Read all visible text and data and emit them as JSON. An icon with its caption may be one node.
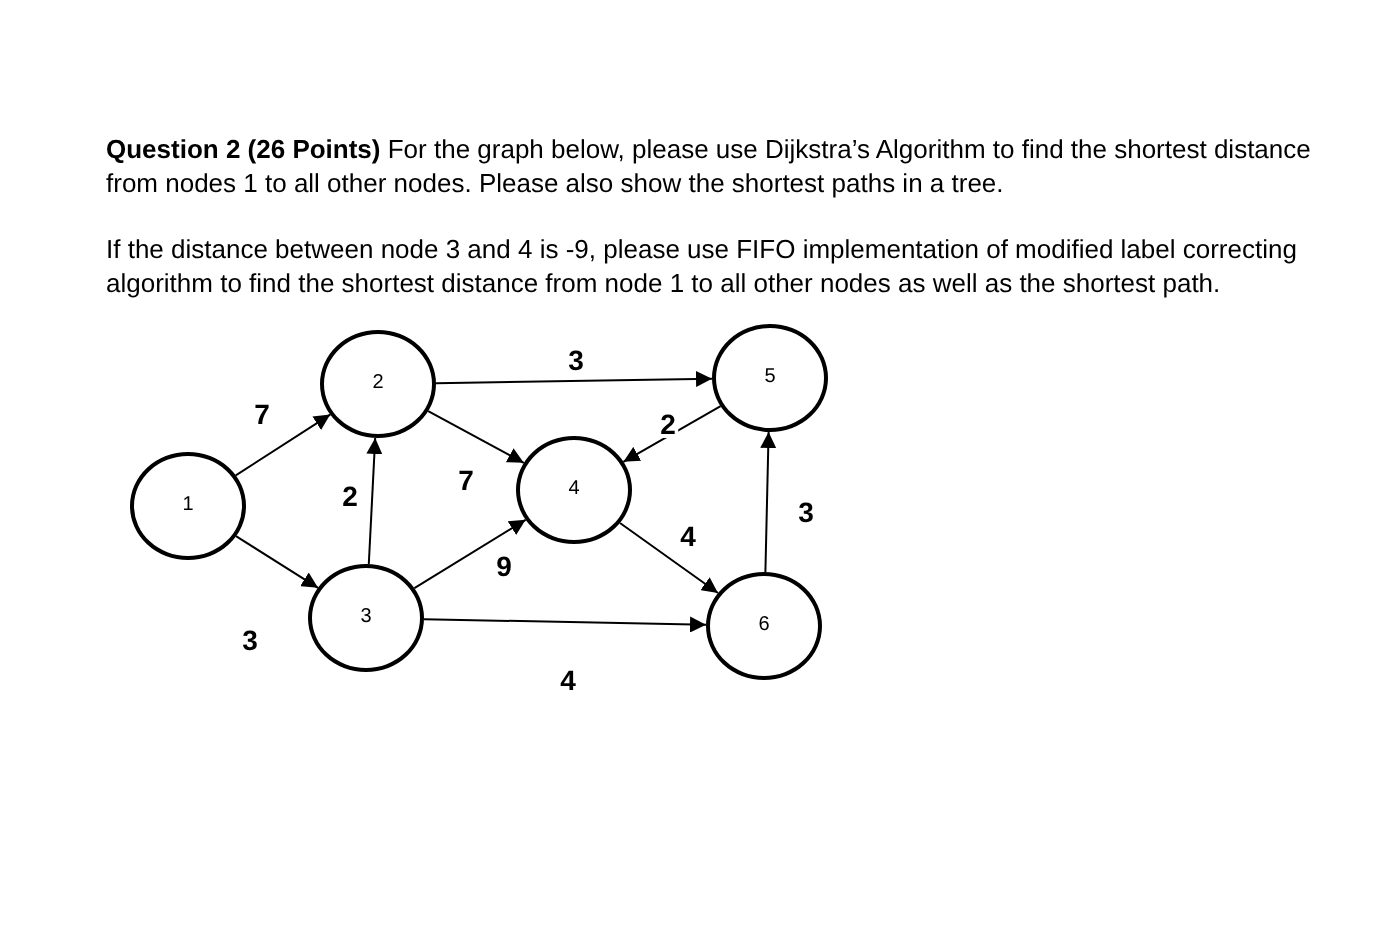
{
  "diagram": {
    "nodes": [
      {
        "text": [
          "1"
        ]
      },
      {
        "text": [
          "2"
        ]
      },
      {
        "text": [
          "3"
        ]
      },
      {
        "text": [
          "4"
        ]
      },
      {
        "text": [
          "5"
        ]
      },
      {
        "text": [
          "6"
        ]
      }
    ],
    "edges": [
      {
        "from": 0,
        "to": 1,
        "arrow": "to",
        "label": "7"
      },
      {
        "from": 0,
        "to": 2,
        "arrow": "to",
        "label": "3"
      },
      {
        "from": 1,
        "to": 4,
        "arrow": "to",
        "label": "3"
      },
      {
        "from": 1,
        "to": 3,
        "arrow": "to",
        "label": "7"
      },
      {
        "from": 2,
        "to": 1,
        "arrow": "to",
        "label": "2"
      },
      {
        "from": 4,
        "to": 3,
        "arrow": "to",
        "label": "2"
      },
      {
        "from": 2,
        "to": 3,
        "arrow": "to",
        "label": "9"
      },
      {
        "from": 3,
        "to": 5,
        "arrow": "to",
        "label": "4"
      },
      {
        "from": 2,
        "to": 5,
        "arrow": "to",
        "label": "4"
      },
      {
        "from": 5,
        "to": 4,
        "arrow": "to",
        "label": "3"
      }
    ],
    "labels": [
      "**Question 2 (26 Points)** For the graph below, please use Dijkstra’s Algorithm to find the shortest distance from nodes 1 to all other nodes. Please also show the shortest paths in a tree.",
      "If the distance between node 3 and 4 is -9, please use FIFO implementation of modified label correcting algorithm to find the shortest distance from node 1 to all other nodes as well as the shortest path."
    ]
  }
}
